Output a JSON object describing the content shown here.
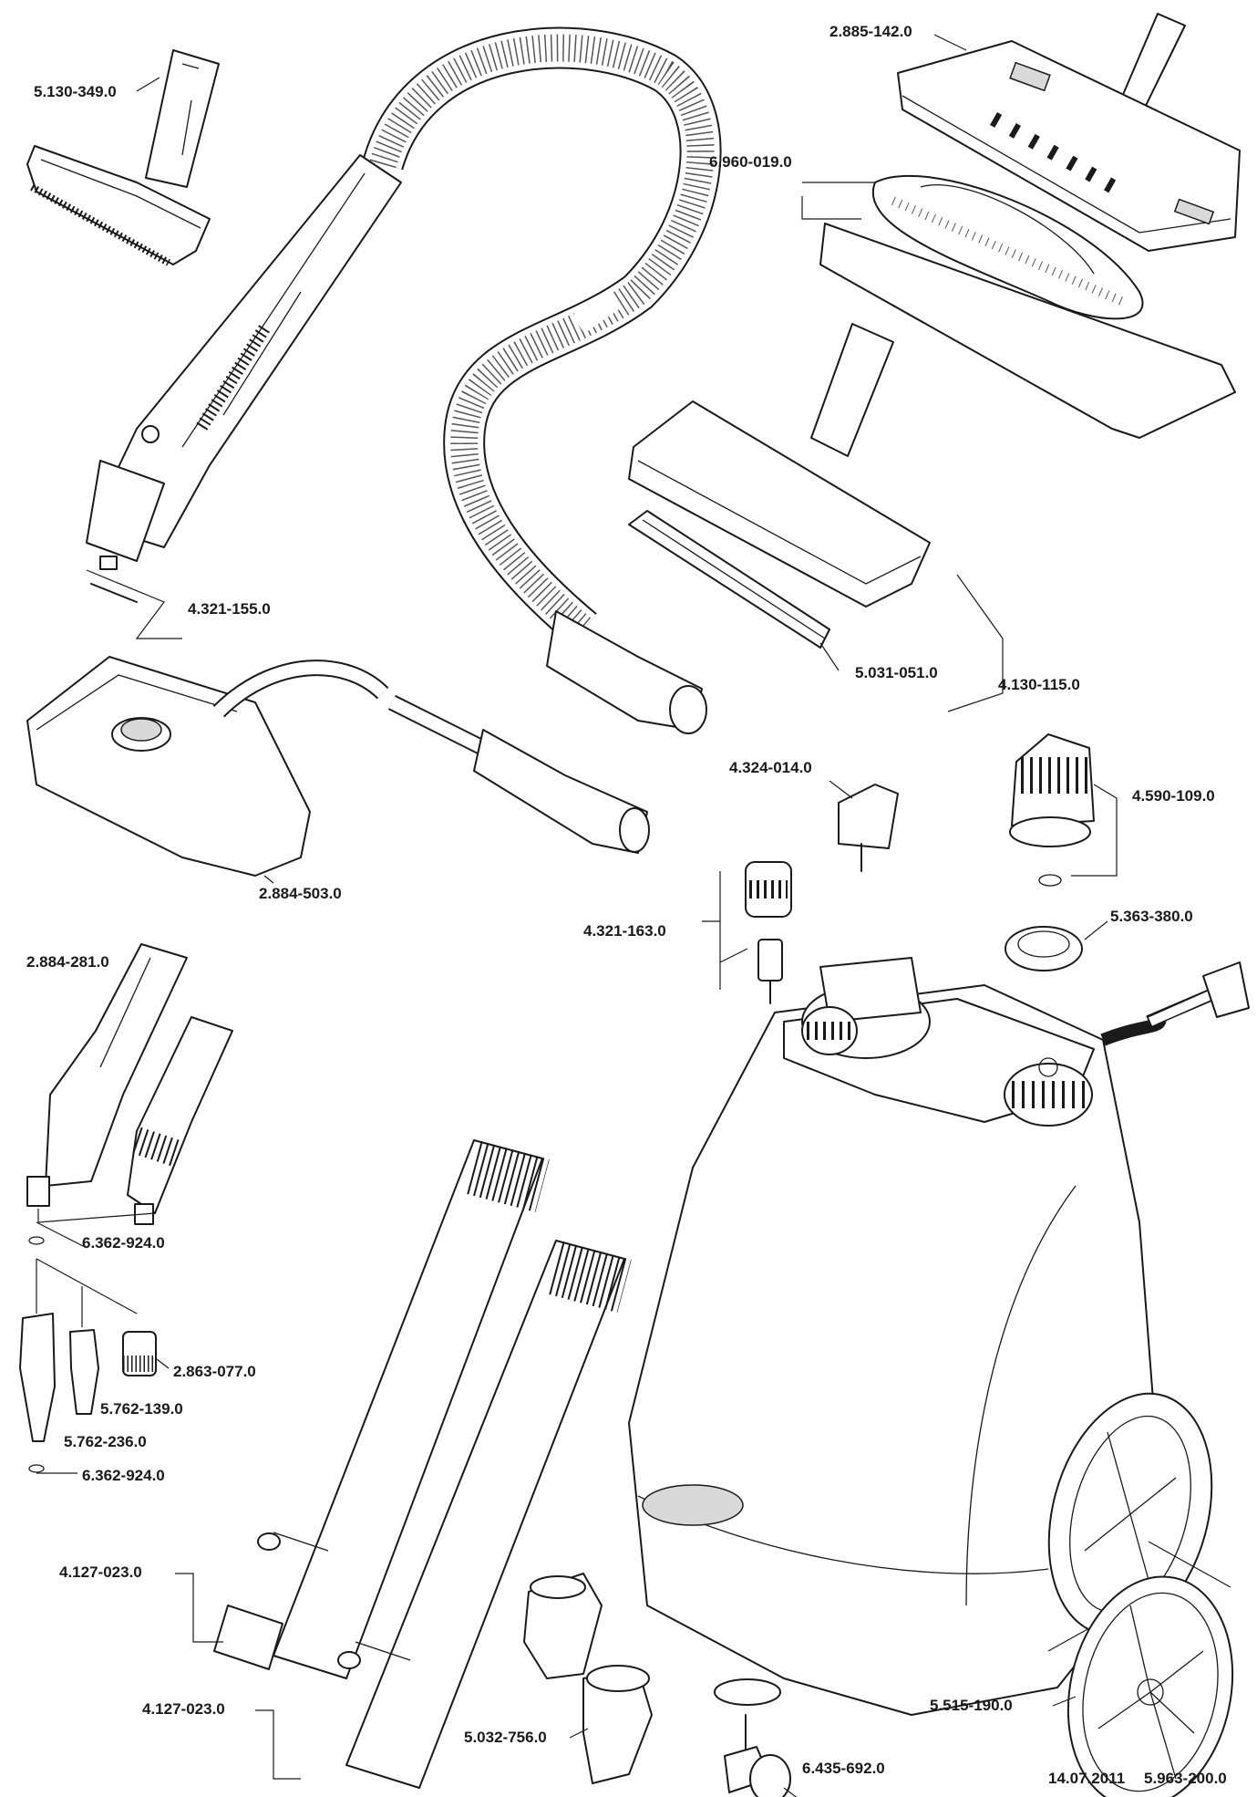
{
  "parts": [
    {
      "id": "brush-nozzle",
      "label": "5.130-349.0"
    },
    {
      "id": "steam-gun",
      "label": "4.321-155.0"
    },
    {
      "id": "floor-nozzle-main",
      "label": "2.885-142.0"
    },
    {
      "id": "floor-cloth",
      "label": "6.960-019.0"
    },
    {
      "id": "window-nozzle-insert",
      "label": "5.031-051.0"
    },
    {
      "id": "window-nozzle",
      "label": "4.130-115.0"
    },
    {
      "id": "steam-iron",
      "label": "2.884-503.0"
    },
    {
      "id": "tank-cap",
      "label": "4.324-014.0"
    },
    {
      "id": "safety-cap",
      "label": "4.590-109.0"
    },
    {
      "id": "steam-switch",
      "label": "4.321-163.0"
    },
    {
      "id": "cap-seal",
      "label": "5.363-380.0"
    },
    {
      "id": "detail-nozzle-set",
      "label": "2.884-281.0"
    },
    {
      "id": "o-ring-upper",
      "label": "6.362-924.0"
    },
    {
      "id": "round-brush-large",
      "label": "2.863-077.0"
    },
    {
      "id": "round-brush-small",
      "label": "5.762-139.0"
    },
    {
      "id": "power-nozzle",
      "label": "5.762-236.0"
    },
    {
      "id": "o-ring-lower",
      "label": "6.362-924.0"
    },
    {
      "id": "extension-tube-1",
      "label": "4.127-023.0"
    },
    {
      "id": "extension-tube-2",
      "label": "4.127-023.0"
    },
    {
      "id": "accessory-holder",
      "label": "5.032-756.0"
    },
    {
      "id": "castor",
      "label": "6.435-692.0"
    },
    {
      "id": "wheel",
      "label": "5.515-190.0"
    }
  ],
  "footer": {
    "date": "14.07.2011",
    "doc_number": "5.963-200.0"
  }
}
